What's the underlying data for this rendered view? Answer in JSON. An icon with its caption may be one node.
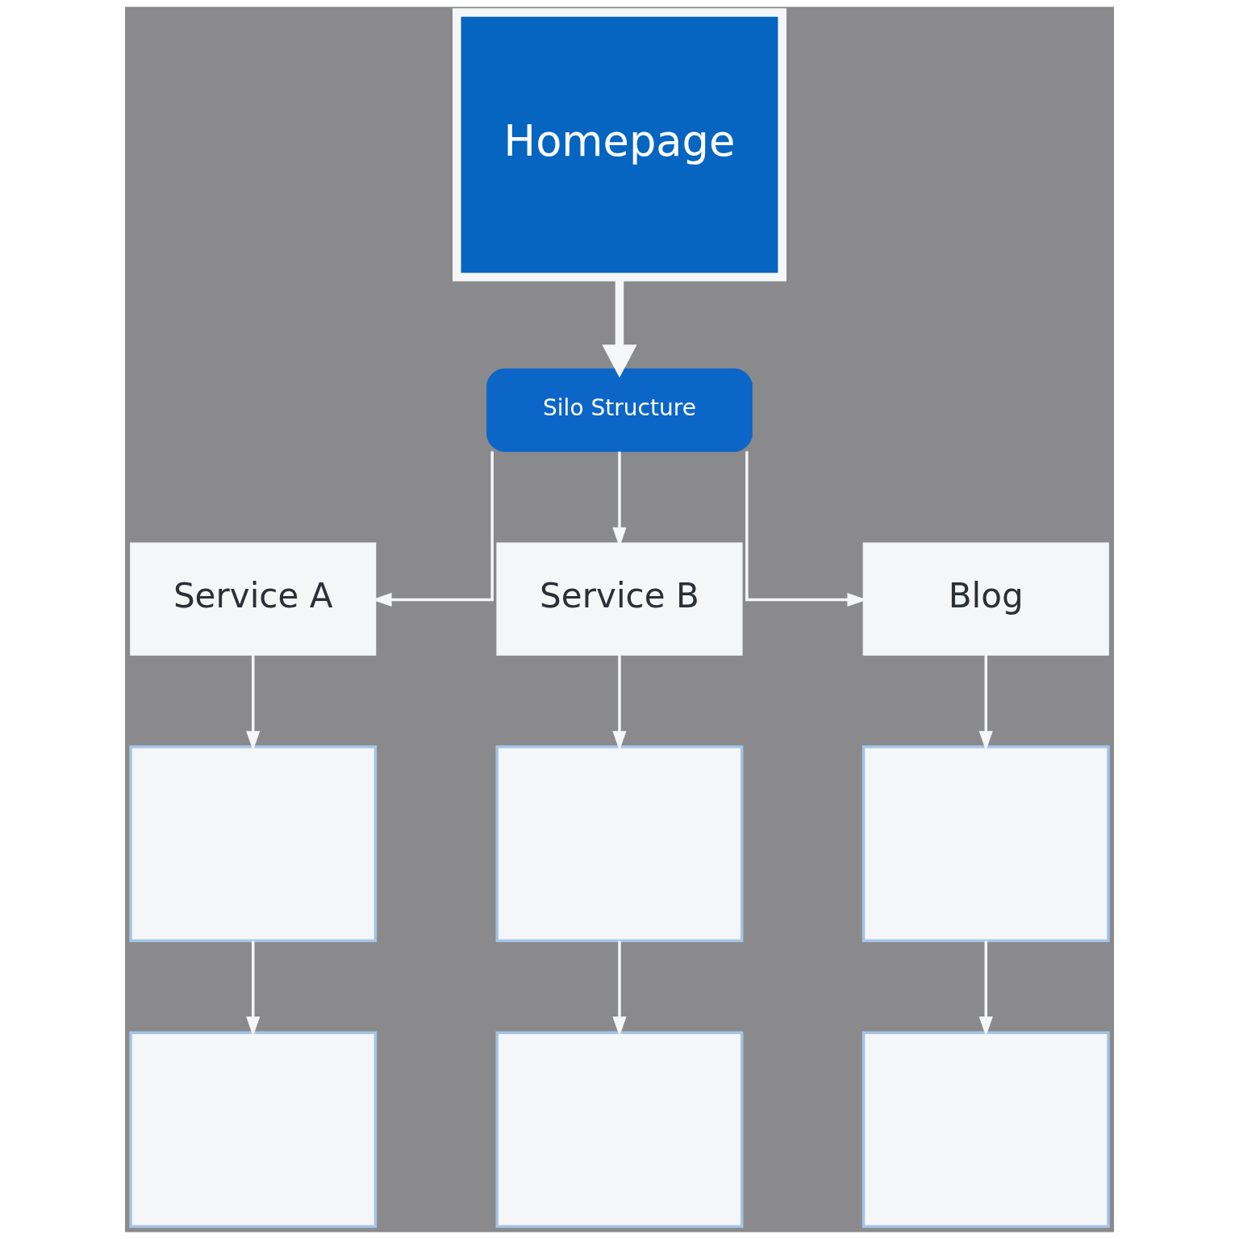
{
  "diagram": {
    "nodes": [
      {
        "text": [
          "Homepage"
        ]
      },
      {
        "text": [
          "Silo Structure"
        ]
      },
      {
        "text": [
          "Service A"
        ]
      },
      {
        "text": [
          "Service B"
        ]
      },
      {
        "text": [
          "Blog"
        ]
      },
      {
        "text": [],
        "shape": "box"
      },
      {
        "text": [],
        "shape": "box"
      },
      {
        "text": [],
        "shape": "box"
      },
      {
        "text": [],
        "shape": "box"
      },
      {
        "text": [],
        "shape": "box"
      },
      {
        "text": [],
        "shape": "box"
      }
    ],
    "edges": [
      {
        "from": 0,
        "to": 1,
        "arrow": "to",
        "style": "thick"
      },
      {
        "from": 1,
        "to": 2,
        "arrow": "to"
      },
      {
        "from": 1,
        "to": 3,
        "arrow": "to"
      },
      {
        "from": 1,
        "to": 4,
        "arrow": "to"
      },
      {
        "from": 2,
        "to": 5,
        "arrow": "to"
      },
      {
        "from": 3,
        "to": 6,
        "arrow": "to"
      },
      {
        "from": 4,
        "to": 7,
        "arrow": "to"
      },
      {
        "from": 5,
        "to": 8,
        "arrow": "to"
      },
      {
        "from": 6,
        "to": 9,
        "arrow": "to"
      },
      {
        "from": 7,
        "to": 10,
        "arrow": "to"
      }
    ]
  }
}
